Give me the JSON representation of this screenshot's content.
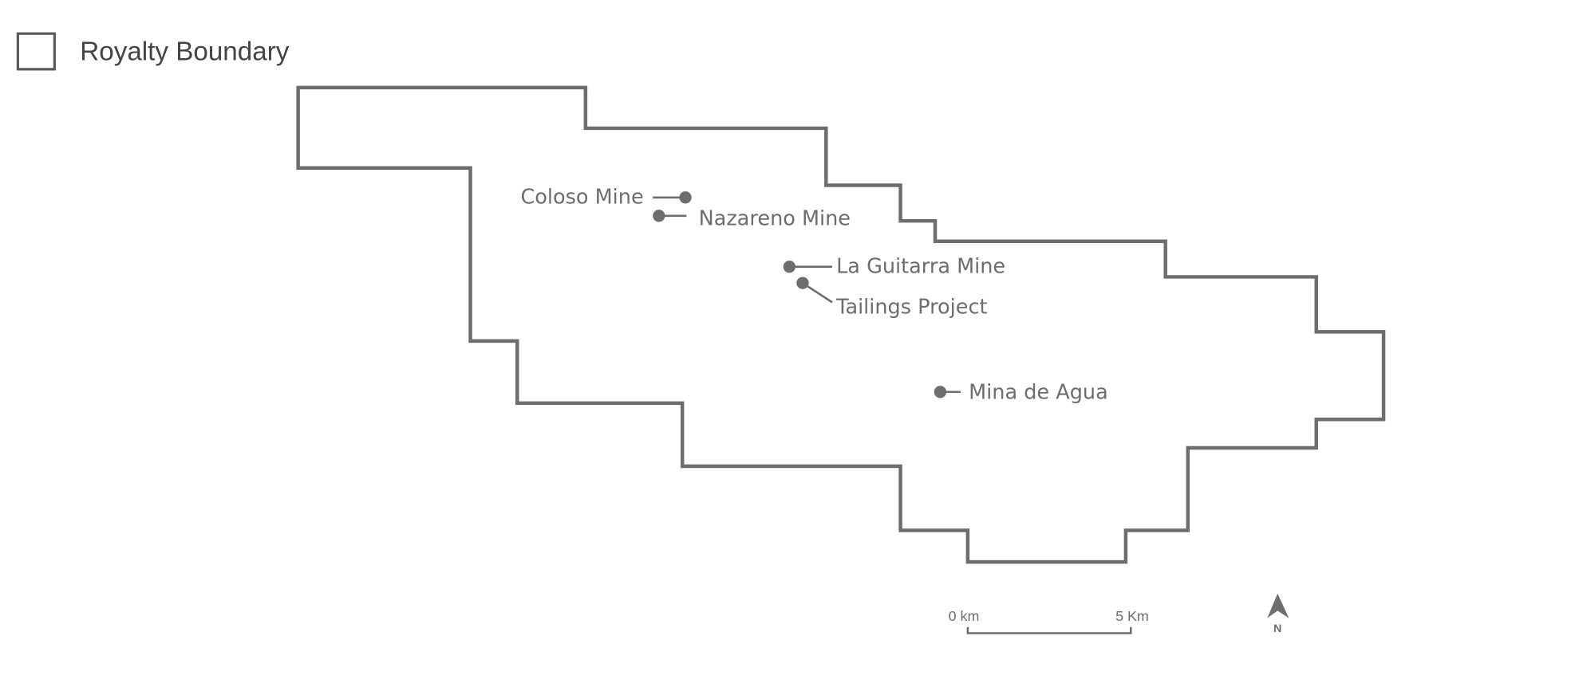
{
  "legend": {
    "label": "Royalty Boundary"
  },
  "colors": {
    "boundary": "#6d6d6d",
    "text": "#6d6d6d",
    "legend_text": "#444444"
  },
  "sites": [
    {
      "name": "Coloso Mine"
    },
    {
      "name": "Nazareno Mine"
    },
    {
      "name": "La Guitarra Mine"
    },
    {
      "name": "Tailings Project"
    },
    {
      "name": "Mina de Agua"
    }
  ],
  "scale_bar": {
    "start_label": "0 km",
    "end_label": "5 Km"
  },
  "north_arrow": {
    "label": "N"
  }
}
